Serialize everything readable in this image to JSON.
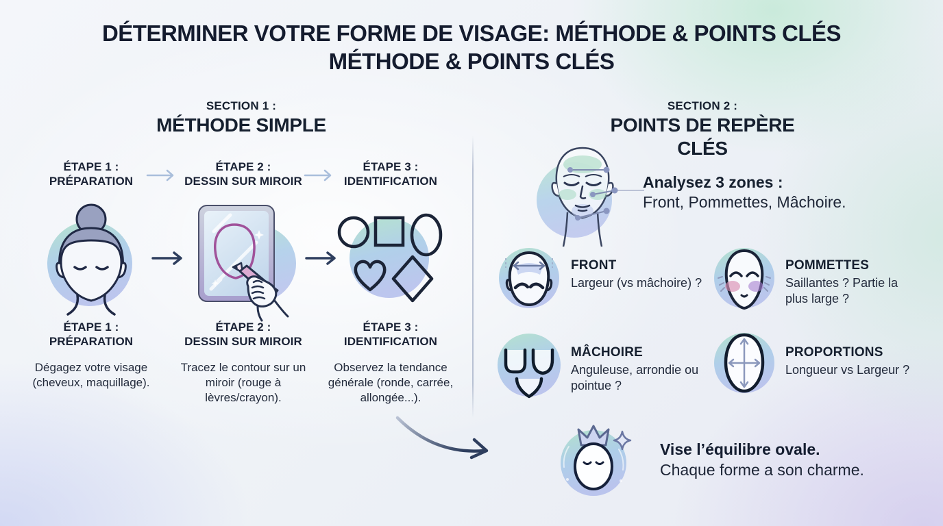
{
  "title": {
    "line1": "DÉTERMINER VOTRE FORME DE VISAGE: MÉTHODE & POINTS CLÉS",
    "line2": "MÉTHODE & POINTS CLÉS"
  },
  "section1": {
    "kicker": "SECTION 1 :",
    "heading": "MÉTHODE SIMPLE",
    "steps_top": [
      {
        "line1": "ÉTAPE 1 :",
        "line2": "PRÉPARATION"
      },
      {
        "line1": "ÉTAPE 2 :",
        "line2": "DESSIN SUR MIROIR"
      },
      {
        "line1": "ÉTAPE 3 :",
        "line2": "IDENTIFICATION"
      }
    ],
    "steps_bottom": [
      {
        "line1": "ÉTAPE 1 :",
        "line2": "PRÉPARATION",
        "desc": "Dégagez votre visage (cheveux, maquillage)."
      },
      {
        "line1": "ÉTAPE 2 :",
        "line2": "DESSIN SUR MIROIR",
        "desc": "Tracez le contour sur un miroir (rouge à lèvres/crayon)."
      },
      {
        "line1": "ÉTAPE 3 :",
        "line2": "IDENTIFICATION",
        "desc": "Observez la tendance générale (ronde, carrée, allongée...)."
      }
    ],
    "icons": [
      "woman-face-bun",
      "mirror-drawing-hand",
      "shape-set-circle-square-oval-heart-diamond"
    ]
  },
  "section2": {
    "kicker": "SECTION 2 :",
    "heading": "POINTS DE REPÈRE CLÉS",
    "intro": {
      "bold": "Analysez 3 zones :",
      "text": "Front, Pommettes, Mâchoire.",
      "icon": "face-zones-callout"
    },
    "cards": [
      {
        "title": "FRONT",
        "desc": "Largeur (vs mâchoire) ?",
        "icon": "forehead-width-face"
      },
      {
        "title": "POMMETTES",
        "desc": "Saillantes ? Partie la plus large ?",
        "icon": "blush-cheekbones-face"
      },
      {
        "title": "MÂCHOIRE",
        "desc": "Anguleuse, arrondie ou pointue ?",
        "icon": "jaw-shape-trio"
      },
      {
        "title": "PROPORTIONS",
        "desc": "Longueur vs Largeur ?",
        "icon": "oval-cross-arrows"
      }
    ],
    "conclusion": {
      "bold": "Vise l’équilibre ovale.",
      "text": "Chaque forme a son charme.",
      "icon": "crowned-oval-face"
    }
  },
  "colors": {
    "title_text": "#141b2e",
    "body_text": "#232b3c",
    "arrow_dark": "#2e3e5e",
    "arrow_light": "#a9bedb",
    "blob_mint": "#aee0c9",
    "blob_blue": "#a9cbe8",
    "blob_lavender": "#b6c0ec",
    "contour_purple": "#a0529a",
    "divider": "#a5b0c7"
  }
}
